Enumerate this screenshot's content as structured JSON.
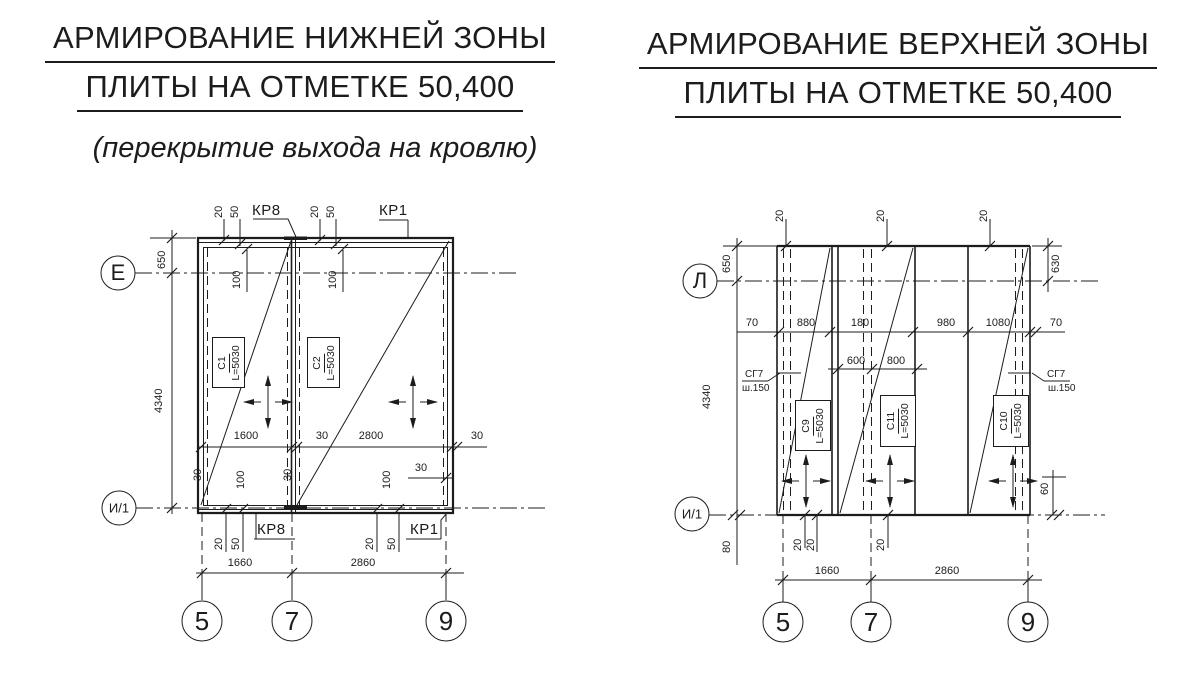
{
  "dims": {
    "d20": "20",
    "d30": "30",
    "d50": "50",
    "d60": "60",
    "d70": "70",
    "d80": "80",
    "d100": "100",
    "d180": "180",
    "d600": "600",
    "d630": "630",
    "d650": "650",
    "d800": "800",
    "d880": "880",
    "d980": "980",
    "d1080": "1080",
    "d1600": "1600",
    "d1660": "1660",
    "d2800": "2800",
    "d2860": "2860",
    "d4340": "4340"
  },
  "left": {
    "title_line1": "АРМИРОВАНИЕ НИЖНЕЙ ЗОНЫ",
    "title_line2": "ПЛИТЫ НА ОТМЕТКЕ 50,400",
    "subtitle": "(перекрытие выхода на кровлю)",
    "axis_e": "Е",
    "axis_i1": "И/1",
    "axis_5": "5",
    "axis_7": "7",
    "axis_9": "9",
    "kr8": "КР8",
    "kr1": "КР1",
    "mesh_c1": "С1",
    "mesh_c2": "С2",
    "mesh_len": "L=5030"
  },
  "right": {
    "title_line1": "АРМИРОВАНИЕ ВЕРХНЕЙ ЗОНЫ",
    "title_line2": "ПЛИТЫ НА ОТМЕТКЕ 50,400",
    "axis_l": "Л",
    "axis_i1": "И/1",
    "axis_5": "5",
    "axis_7": "7",
    "axis_9": "9",
    "mesh_c9": "С9",
    "mesh_c11": "С11",
    "mesh_c10": "С10",
    "mesh_len": "L=5030",
    "sg7": "СГ7",
    "sg7_pitch": "ш.150"
  }
}
